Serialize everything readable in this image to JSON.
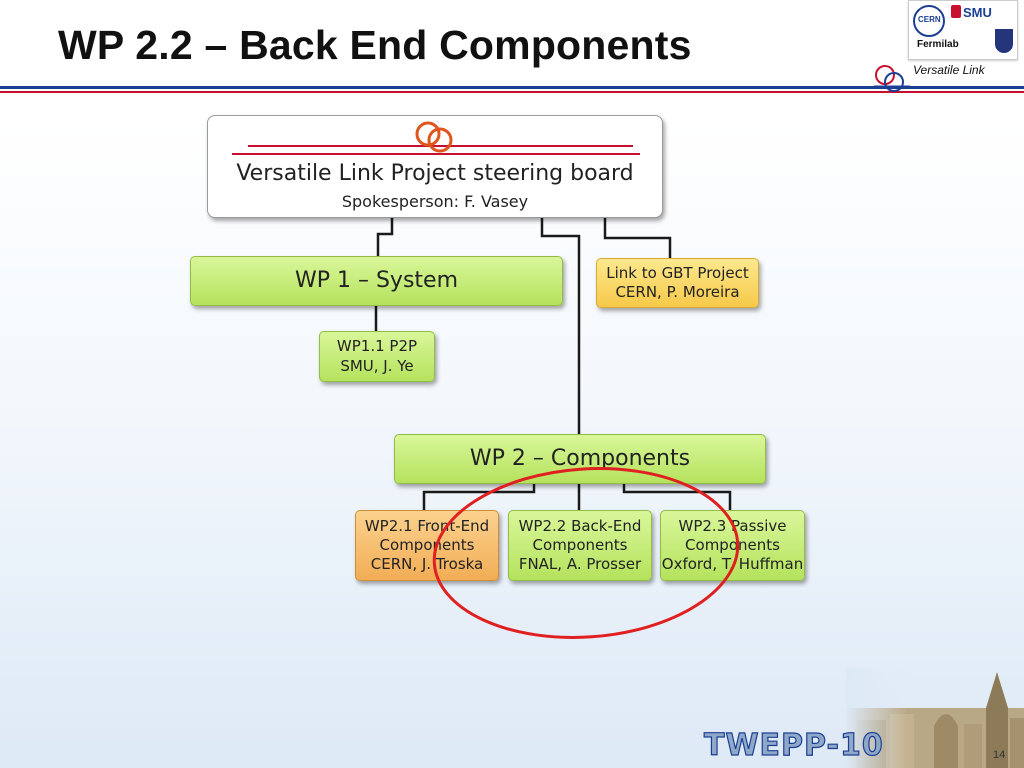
{
  "slide": {
    "title": "WP 2.2 – Back End Components",
    "page_number": "14"
  },
  "header": {
    "logos": [
      "cern-logo",
      "smu-logo",
      "fermilab-logo",
      "oxford-crest-logo"
    ],
    "cern_text": "CERN",
    "smu_text": "SMU",
    "fermilab_text": "Fermilab",
    "versatile_link_label": "Versatile Link"
  },
  "footer": {
    "brand": "TWEPP-10",
    "photo": "town-skyline-photo"
  },
  "colors": {
    "title_rule_blue": "#1c3f94",
    "title_rule_red": "#c8102e",
    "box_green": "#c6ec78",
    "box_yellow": "#f9d765",
    "box_orange": "#f5bd6e",
    "highlight_circle": "#e02020",
    "connector": "#1a1a1a"
  },
  "org_chart": {
    "steering_board": {
      "title": "Versatile Link Project steering board",
      "subtitle": "Spokesperson: F. Vasey"
    },
    "wp1": {
      "title": "WP 1 – System"
    },
    "gbt_link": {
      "line1": "Link to GBT Project",
      "line2": "CERN, P. Moreira"
    },
    "wp1_1": {
      "line1": "WP1.1 P2P",
      "line2": "SMU, J. Ye"
    },
    "wp2": {
      "title": "WP 2 – Components"
    },
    "wp2_1": {
      "line1": "WP2.1 Front-End",
      "line2": "Components",
      "line3": "CERN, J. Troska"
    },
    "wp2_2": {
      "line1": "WP2.2 Back-End",
      "line2": "Components",
      "line3": "FNAL, A. Prosser"
    },
    "wp2_3": {
      "line1": "WP2.3 Passive",
      "line2": "Components",
      "line3": "Oxford, T. Huffman"
    }
  }
}
